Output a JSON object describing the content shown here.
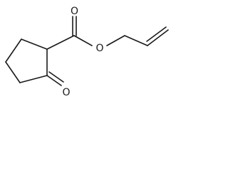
{
  "structure": {
    "atoms": {
      "carbonyl_oxygen_top": "O",
      "ester_oxygen": "O",
      "ketone_oxygen": "O"
    }
  },
  "colors": {
    "bond": "#1a1a1a",
    "background": "#ffffff"
  }
}
